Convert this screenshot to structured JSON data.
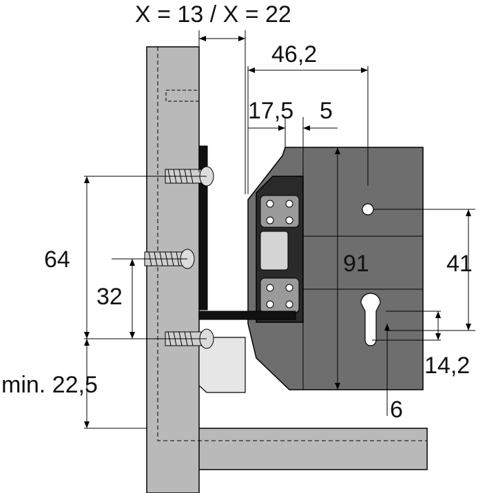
{
  "diagram": {
    "header_label": "X = 13 / X = 22",
    "dimensions": {
      "top_width": "46,2",
      "rail_width": "17,5",
      "rail_gap": "5",
      "screw_spacing_large": "64",
      "screw_spacing_small": "32",
      "bottom_offset": "min. 22,5",
      "drawer_height": "91",
      "hole_height": "41",
      "keyhole_height": "14,2",
      "keyhole_offset": "6"
    },
    "colors": {
      "panel_fill": "#b9b9b9",
      "drawer_fill": "#6e6e6e",
      "rail_fill": "#1f1f1f",
      "line": "#000000",
      "text": "#111111"
    }
  }
}
